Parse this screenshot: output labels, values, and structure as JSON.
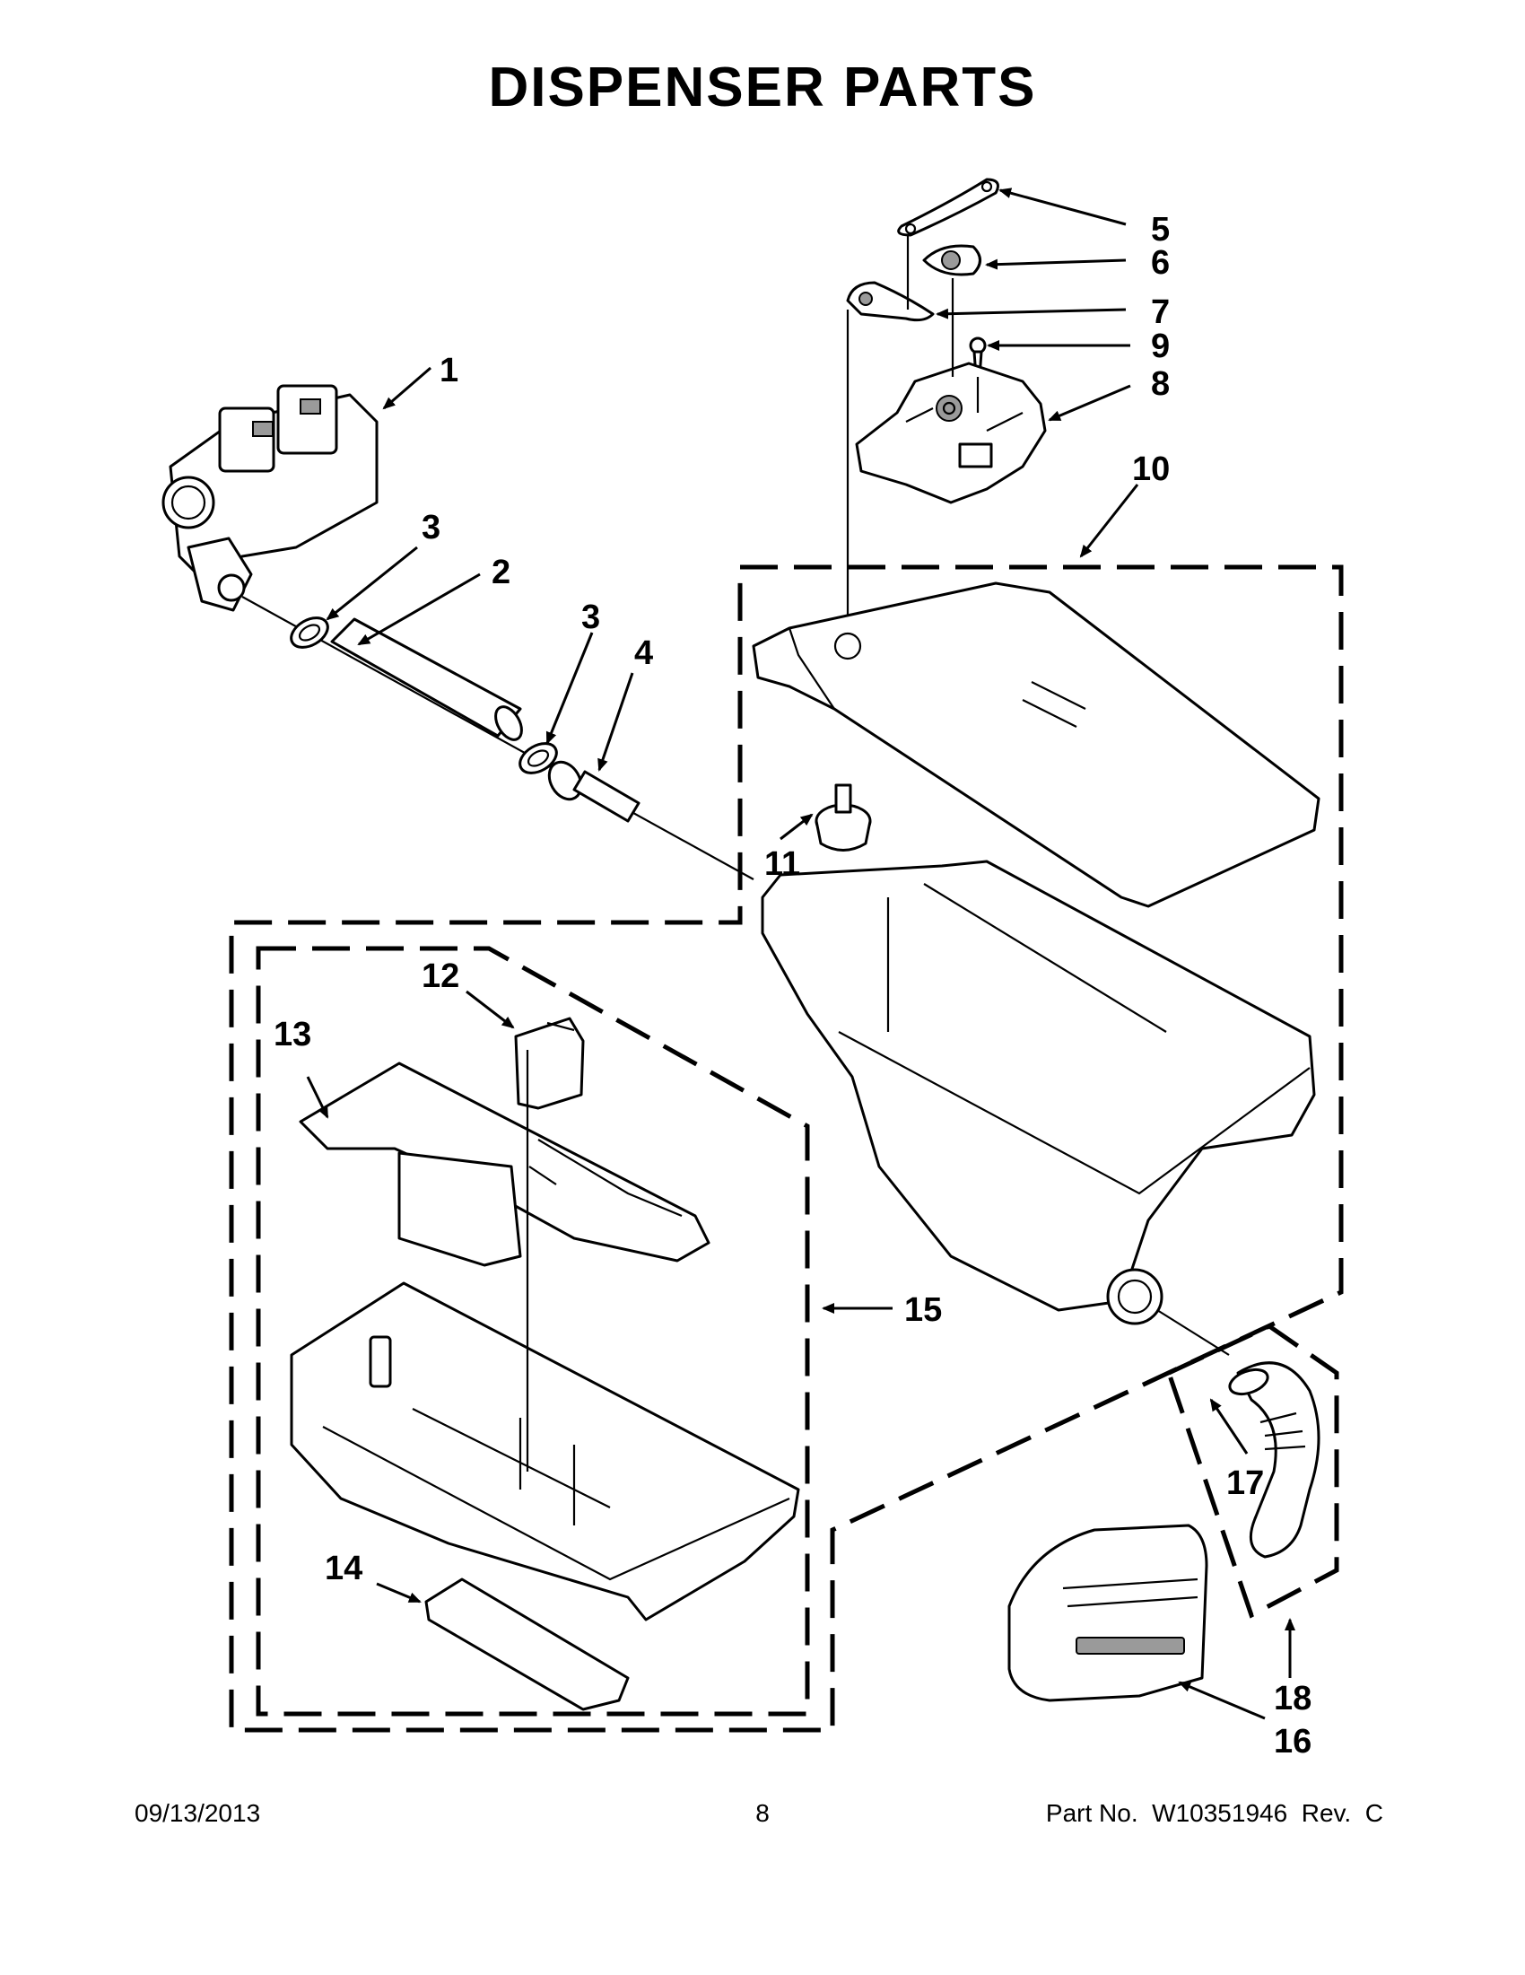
{
  "title": "DISPENSER PARTS",
  "callouts": [
    "1",
    "2",
    "3",
    "3",
    "4",
    "5",
    "6",
    "7",
    "9",
    "8",
    "10",
    "11",
    "12",
    "13",
    "15",
    "14",
    "17",
    "18",
    "16"
  ],
  "footer": {
    "date": "09/13/2013",
    "page": "8",
    "part_number": "Part No.  W10351946  Rev.  C"
  }
}
